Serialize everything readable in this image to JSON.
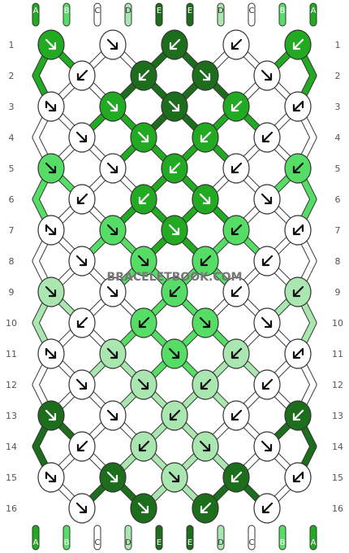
{
  "palette": {
    "A": "#22aa22",
    "B": "#55dd66",
    "C": "#ffffff",
    "D": "#aae6b0",
    "E": "#1c6e1c"
  },
  "strands": {
    "top": [
      "A",
      "B",
      "C",
      "D",
      "E",
      "E",
      "D",
      "C",
      "B",
      "A"
    ],
    "bottom": [
      "A",
      "B",
      "C",
      "D",
      "E",
      "E",
      "D",
      "C",
      "B",
      "A"
    ]
  },
  "row_numbers": [
    "1",
    "2",
    "3",
    "4",
    "5",
    "6",
    "7",
    "8",
    "9",
    "10",
    "11",
    "12",
    "13",
    "14",
    "15",
    "16"
  ],
  "watermark": "BRACELETBOOK.COM",
  "knots": [
    [
      {
        "c": "A",
        "d": "dr"
      },
      {
        "c": "C",
        "d": "dr"
      },
      {
        "c": "E",
        "d": "dl"
      },
      {
        "c": "C",
        "d": "dl"
      },
      {
        "c": "A",
        "d": "dl"
      }
    ],
    [
      {
        "c": "C",
        "d": "dl"
      },
      {
        "c": "E",
        "d": "dl"
      },
      {
        "c": "E",
        "d": "dr"
      },
      {
        "c": "C",
        "d": "dr"
      }
    ],
    [
      {
        "c": "C",
        "d": "dr2"
      },
      {
        "c": "A",
        "d": "dr"
      },
      {
        "c": "E",
        "d": "dr"
      },
      {
        "c": "A",
        "d": "dl"
      },
      {
        "c": "C",
        "d": "dl2"
      }
    ],
    [
      {
        "c": "C",
        "d": "dr"
      },
      {
        "c": "A",
        "d": "dr"
      },
      {
        "c": "A",
        "d": "dl"
      },
      {
        "c": "C",
        "d": "dl"
      }
    ],
    [
      {
        "c": "B",
        "d": "dr"
      },
      {
        "c": "C",
        "d": "dr"
      },
      {
        "c": "A",
        "d": "dl"
      },
      {
        "c": "C",
        "d": "dl"
      },
      {
        "c": "B",
        "d": "dl"
      }
    ],
    [
      {
        "c": "C",
        "d": "dl"
      },
      {
        "c": "A",
        "d": "dl"
      },
      {
        "c": "A",
        "d": "dr"
      },
      {
        "c": "C",
        "d": "dr"
      }
    ],
    [
      {
        "c": "C",
        "d": "dr2"
      },
      {
        "c": "B",
        "d": "dr"
      },
      {
        "c": "A",
        "d": "dr"
      },
      {
        "c": "B",
        "d": "dl"
      },
      {
        "c": "C",
        "d": "dl2"
      }
    ],
    [
      {
        "c": "C",
        "d": "dr"
      },
      {
        "c": "B",
        "d": "dr"
      },
      {
        "c": "B",
        "d": "dl"
      },
      {
        "c": "C",
        "d": "dl"
      }
    ],
    [
      {
        "c": "D",
        "d": "dr"
      },
      {
        "c": "C",
        "d": "dr"
      },
      {
        "c": "B",
        "d": "dl"
      },
      {
        "c": "C",
        "d": "dl"
      },
      {
        "c": "D",
        "d": "dl"
      }
    ],
    [
      {
        "c": "C",
        "d": "dl"
      },
      {
        "c": "B",
        "d": "dl"
      },
      {
        "c": "B",
        "d": "dr"
      },
      {
        "c": "C",
        "d": "dr"
      }
    ],
    [
      {
        "c": "C",
        "d": "dr2"
      },
      {
        "c": "D",
        "d": "dr"
      },
      {
        "c": "B",
        "d": "dr"
      },
      {
        "c": "D",
        "d": "dl"
      },
      {
        "c": "C",
        "d": "dl2"
      }
    ],
    [
      {
        "c": "C",
        "d": "dr"
      },
      {
        "c": "D",
        "d": "dr"
      },
      {
        "c": "D",
        "d": "dl"
      },
      {
        "c": "C",
        "d": "dl"
      }
    ],
    [
      {
        "c": "E",
        "d": "dr"
      },
      {
        "c": "C",
        "d": "dr"
      },
      {
        "c": "D",
        "d": "dl"
      },
      {
        "c": "C",
        "d": "dl"
      },
      {
        "c": "E",
        "d": "dl"
      }
    ],
    [
      {
        "c": "C",
        "d": "dl"
      },
      {
        "c": "D",
        "d": "dl"
      },
      {
        "c": "D",
        "d": "dr"
      },
      {
        "c": "C",
        "d": "dr"
      }
    ],
    [
      {
        "c": "C",
        "d": "dr2"
      },
      {
        "c": "E",
        "d": "dr"
      },
      {
        "c": "D",
        "d": "dr"
      },
      {
        "c": "E",
        "d": "dl"
      },
      {
        "c": "C",
        "d": "dl2"
      }
    ],
    [
      {
        "c": "C",
        "d": "dr"
      },
      {
        "c": "E",
        "d": "dr"
      },
      {
        "c": "E",
        "d": "dl"
      },
      {
        "c": "C",
        "d": "dl"
      }
    ]
  ]
}
